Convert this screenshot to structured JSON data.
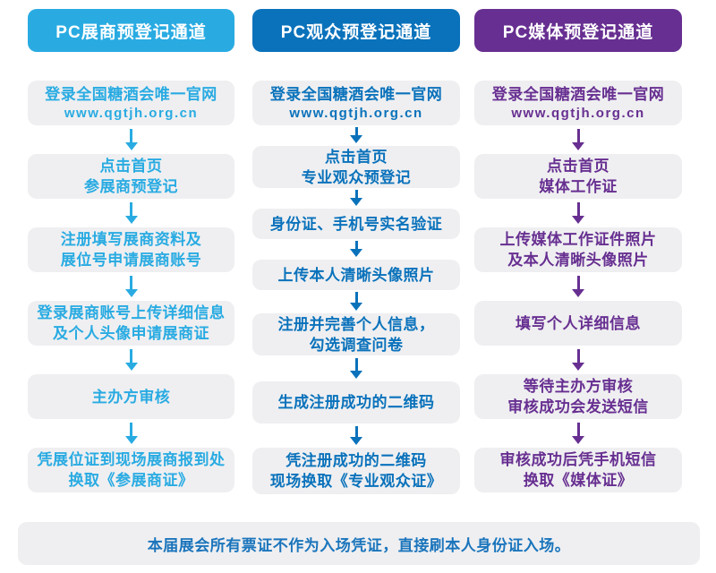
{
  "colors": {
    "box_bg": "#efeff1",
    "header_text": "#ffffff"
  },
  "columns": [
    {
      "id": "exhibitor",
      "accent": "#29abe2",
      "header": "PC展商预登记通道",
      "steps": [
        {
          "lines": [
            "登录全国糖酒会唯一官网",
            "www.qgtjh.org.cn"
          ]
        },
        {
          "lines": [
            "点击首页",
            "参展商预登记"
          ]
        },
        {
          "lines": [
            "注册填写展商资料及",
            "展位号申请展商账号"
          ]
        },
        {
          "lines": [
            "登录展商账号上传详细信息",
            "及个人头像申请展商证"
          ]
        },
        {
          "lines": [
            "主办方审核"
          ]
        },
        {
          "lines": [
            "凭展位证到现场展商报到处",
            "换取《参展商证》"
          ]
        }
      ]
    },
    {
      "id": "visitor",
      "accent": "#0a72bb",
      "header": "PC观众预登记通道",
      "steps": [
        {
          "lines": [
            "登录全国糖酒会唯一官网",
            "www.qgtjh.org.cn"
          ]
        },
        {
          "lines": [
            "点击首页",
            "专业观众预登记"
          ]
        },
        {
          "lines": [
            "身份证、手机号实名验证"
          ]
        },
        {
          "lines": [
            "上传本人清晰头像照片"
          ]
        },
        {
          "lines": [
            "注册并完善个人信息，",
            "勾选调查问卷"
          ]
        },
        {
          "lines": [
            "生成注册成功的二维码"
          ]
        },
        {
          "lines": [
            "凭注册成功的二维码",
            "现场换取《专业观众证》"
          ]
        }
      ]
    },
    {
      "id": "media",
      "accent": "#672f91",
      "header": "PC媒体预登记通道",
      "steps": [
        {
          "lines": [
            "登录全国糖酒会唯一官网",
            "www.qgtjh.org.cn"
          ]
        },
        {
          "lines": [
            "点击首页",
            "媒体工作证"
          ]
        },
        {
          "lines": [
            "上传媒体工作证件照片",
            "及本人清晰头像照片"
          ]
        },
        {
          "lines": [
            "填写个人详细信息"
          ]
        },
        {
          "lines": [
            "等待主办方审核",
            "审核成功会发送短信"
          ]
        },
        {
          "lines": [
            "审核成功后凭手机短信",
            "换取《媒体证》"
          ]
        }
      ]
    }
  ],
  "footer": {
    "text": "本届展会所有票证不作为入场凭证，直接刷本人身份证入场。",
    "color": "#1b75bc"
  }
}
